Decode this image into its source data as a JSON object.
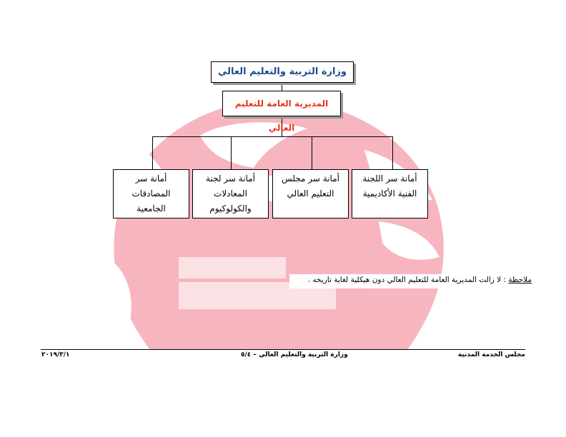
{
  "chart": {
    "top": "وزارة التربية والتعليم العالي",
    "middle": "المديرية العامة للتعليم العالي",
    "secretariats": [
      {
        "lines": [
          "أمانة سر اللجنة",
          "الفنية الأكاديمية"
        ]
      },
      {
        "lines": [
          "أمانة سر مجلس",
          "التعليم العالي"
        ]
      },
      {
        "lines": [
          "أمانة سر لجنة",
          "المعادلات",
          "والكولوكيوم"
        ]
      },
      {
        "lines": [
          "أمانة سر",
          "المصادقات",
          "الجامعية"
        ]
      }
    ]
  },
  "note": {
    "label": "ملاحظة",
    "text": " : لا زالت المديرية العامة للتعليم العالي دون هيكلية لغاية تاريخه ."
  },
  "footer": {
    "right": "مجلس الخدمة المدنية",
    "center": "وزارة التربية والتعليم العالي – ٥/٤",
    "left": "٢٠١٩/٣/١"
  },
  "colors": {
    "ministry_text": "#1f4e8c",
    "directorate_text": "#e8361c",
    "watermark": "#f27a8c"
  }
}
